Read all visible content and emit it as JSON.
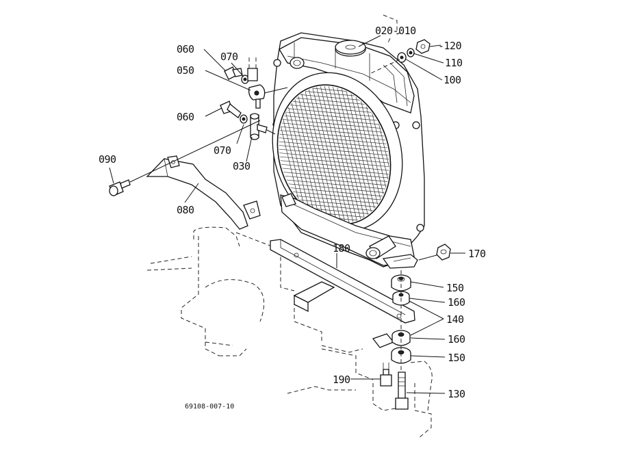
{
  "figure_code": "69108-007-10",
  "callouts": {
    "c020_010": "020-010",
    "c120": "-120",
    "c110": "110",
    "c100": "100",
    "c060_top": "060",
    "c070_top": "070",
    "c050": "050",
    "c060_mid": "060",
    "c070_mid": "070",
    "c030": "030",
    "c090": "090",
    "c080": "080",
    "c180": "180",
    "c170": "170",
    "c150_top": "150",
    "c160_top": "160",
    "c140": "140",
    "c160_bot": "160",
    "c150_bot": "150",
    "c190": "190",
    "c130": "130"
  }
}
